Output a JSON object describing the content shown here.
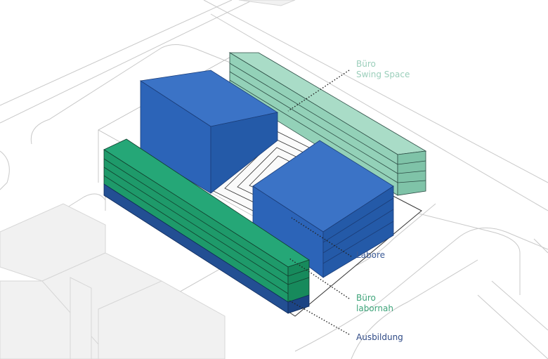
{
  "colors": {
    "swing_space": "#93d1b8",
    "labore": "#2c64b8",
    "buero_labornah": "#1e9a6a",
    "ausbildung": "#234f93",
    "label_swing": "#9bcfbb",
    "label_labore": "#3b5a96",
    "label_labornah": "#3ea47a",
    "label_ausbildung": "#2f4a86"
  },
  "labels": {
    "swing_space": {
      "line1": "Büro",
      "line2": "Swing Space"
    },
    "labore": {
      "line1": "Labore"
    },
    "labornah": {
      "line1": "Büro",
      "line2": "labornah"
    },
    "ausbildung": {
      "line1": "Ausbildung"
    }
  }
}
